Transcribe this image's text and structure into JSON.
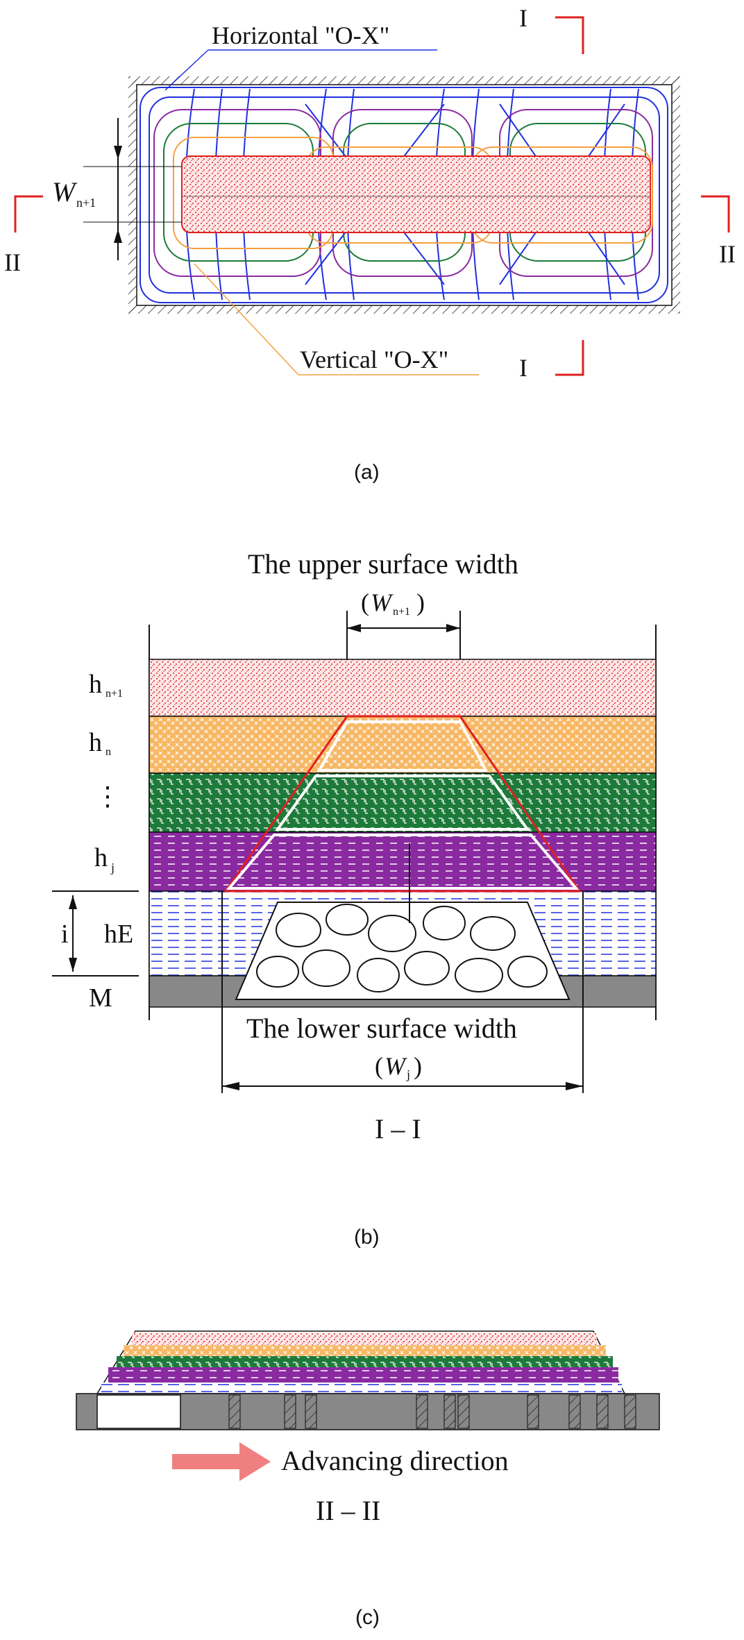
{
  "panel_a": {
    "label_horizontal": "Horizontal \"O-X\"",
    "label_vertical": "Vertical \"O-X\"",
    "width_symbol": "W",
    "width_subscript": "n+1",
    "section_I_top": "I",
    "section_I_bottom": "I",
    "section_II_left": "II",
    "section_II_right": "II",
    "caption": "(a)",
    "colors": {
      "blue": "#1f2fe0",
      "purple": "#8a2aa0",
      "green": "#1d7a3a",
      "orange": "#f4a040",
      "red": "#e02020"
    }
  },
  "panel_b": {
    "upper_width_label": "The upper surface width",
    "upper_width_symbol_open": "(",
    "upper_width_symbol": "W",
    "upper_width_subscript": "n+1",
    "upper_width_symbol_close": ")",
    "layer_labels": [
      "h",
      "h",
      "⋮",
      "h"
    ],
    "layer_subscripts": [
      "n+1",
      "n",
      "",
      "j"
    ],
    "label_i": "i",
    "label_hE": "hE",
    "label_M": "M",
    "lower_width_label": "The lower surface width",
    "lower_width_symbol_open": "(",
    "lower_width_symbol": "W",
    "lower_width_subscript": "j",
    "lower_width_symbol_close": ")",
    "section_label": "I – I",
    "caption": "(b)",
    "colors": {
      "red": "#e02020",
      "orange": "#f4a040",
      "green": "#1d7a3a",
      "purple": "#8a2aa0",
      "blue": "#1f2fe0",
      "gray": "#888888"
    }
  },
  "panel_c": {
    "advancing_label": "Advancing direction",
    "section_label": "II – II",
    "caption": "(c)",
    "colors": {
      "arrow": "#f08080"
    }
  }
}
